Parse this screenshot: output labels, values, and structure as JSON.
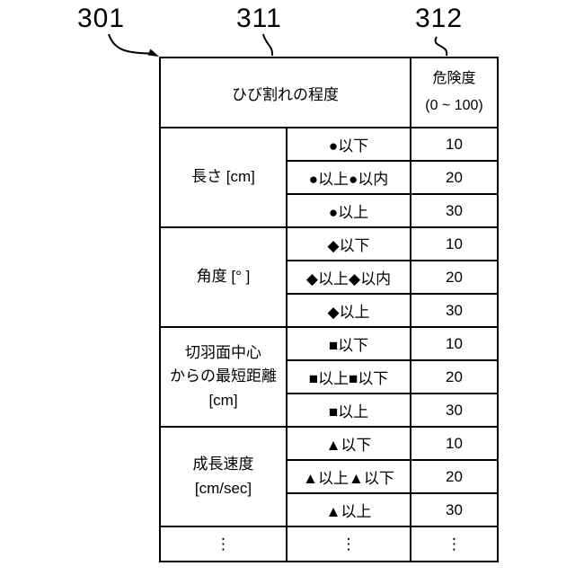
{
  "figure_labels": {
    "table_ref": "301",
    "crack_col_ref": "311",
    "risk_col_ref": "312"
  },
  "table": {
    "crack_header": "ひび割れの程度",
    "risk_header_line1": "危険度",
    "risk_header_line2": "(0 ~ 100)",
    "groups": [
      {
        "label_lines": [
          "長さ [cm]"
        ],
        "rows": [
          {
            "condition": "●以下",
            "risk": "10"
          },
          {
            "condition": "●以上●以内",
            "risk": "20"
          },
          {
            "condition": "●以上",
            "risk": "30"
          }
        ]
      },
      {
        "label_lines": [
          "角度 [°  ]"
        ],
        "rows": [
          {
            "condition": "◆以下",
            "risk": "10"
          },
          {
            "condition": "◆以上◆以内",
            "risk": "20"
          },
          {
            "condition": "◆以上",
            "risk": "30"
          }
        ]
      },
      {
        "label_lines": [
          "切羽面中心",
          "からの最短距離",
          "[cm]"
        ],
        "rows": [
          {
            "condition": "■以下",
            "risk": "10"
          },
          {
            "condition": "■以上■以下",
            "risk": "20"
          },
          {
            "condition": "■以上",
            "risk": "30"
          }
        ]
      },
      {
        "label_lines": [
          "成長速度",
          "[cm/sec]"
        ],
        "rows": [
          {
            "condition": "▲以下",
            "risk": "10"
          },
          {
            "condition": "▲以上▲以下",
            "risk": "20"
          },
          {
            "condition": "▲以上",
            "risk": "30"
          }
        ]
      }
    ],
    "ellipsis": "⋮"
  },
  "colors": {
    "line": "#000000",
    "text": "#000000",
    "background": "#ffffff"
  }
}
